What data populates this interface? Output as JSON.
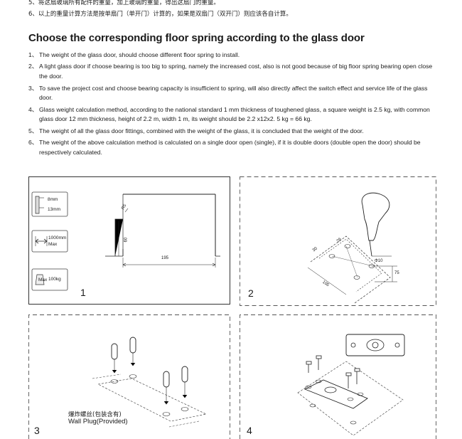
{
  "top_lines": [
    "5、将这扇玻璃所有配件的重量，加上玻璃的重量，得出这扇门的重量。",
    "6、以上的重量计算方法是按单扇门（单开门）计算的，如果是双扇门（双开门）则应该各自计算。"
  ],
  "heading": "Choose the corresponding floor spring according to the glass door",
  "items": [
    {
      "num": "1、",
      "text": "The weight of the glass door, should choose different floor spring to install."
    },
    {
      "num": "2、",
      "text": "A light glass door if choose bearing is too big to spring, namely the increased cost, also is not good because of big floor spring bearing open close the door."
    },
    {
      "num": "3、",
      "text": "To save the project cost and choose bearing capacity is insufficient to spring, will also directly affect the switch effect and service life of the glass door."
    },
    {
      "num": "4、",
      "text": "Glass weight calculation method, according to the national standard 1 mm thickness of toughened glass, a square weight is 2.5 kg, with common glass door 12 mm thickness, height of 2.2 m, width 1 m, its weight should be 2.2 x12x2. 5 kg = 66 kg."
    },
    {
      "num": "5、",
      "text": "The weight of all the glass door fittings, combined with the weight of the glass, it is concluded that the weight of the door."
    },
    {
      "num": "6、",
      "text": "The weight of the above calculation method is calculated on a single door open (single), if it is double doors (double open the door) should be respectively calculated."
    }
  ],
  "panel1": {
    "number": "1",
    "thickness_top": "8mm",
    "thickness_bottom": "13mm",
    "width_value": "1000mm",
    "width_label": "Max",
    "weight_label": "Max",
    "weight_value": "100kg",
    "radius": "R5",
    "height": "60",
    "length": "195"
  },
  "panel2": {
    "number": "2",
    "dim_26": "26",
    "dim_30": "30",
    "dim_105": "105",
    "dim_dia": "Φ10",
    "dim_75": "75"
  },
  "panel3": {
    "number": "3",
    "caption_cn": "爆炸螺丝(包装含有)",
    "caption_en": "Wall Plug(Provided)"
  },
  "panel4": {
    "number": "4"
  },
  "colors": {
    "text": "#1a1a1a",
    "line": "#222222",
    "dash": "#555555"
  }
}
